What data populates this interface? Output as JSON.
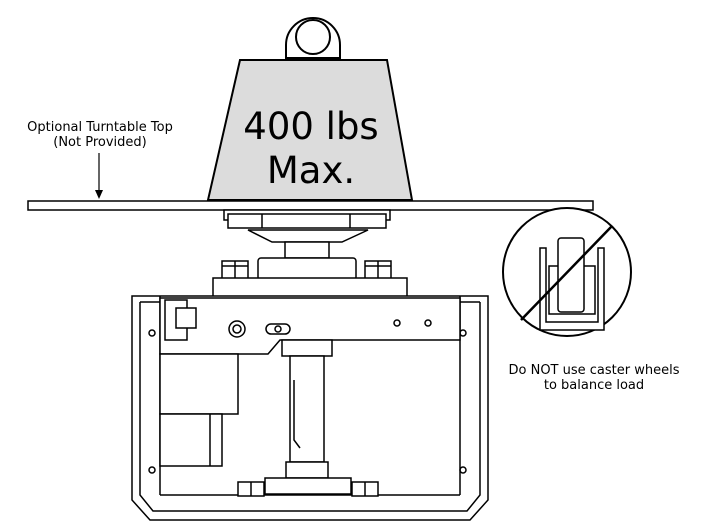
{
  "weight": {
    "value_label": "400 lbs",
    "max_label": "Max."
  },
  "turntable_label": {
    "line1": "Optional Turntable Top",
    "line2": "(Not Provided)"
  },
  "caster_warning": {
    "line1": "Do NOT use caster wheels",
    "line2": "to balance load"
  },
  "colors": {
    "weight_fill": "#dcdcdc",
    "stroke": "#000000",
    "background": "#ffffff"
  }
}
